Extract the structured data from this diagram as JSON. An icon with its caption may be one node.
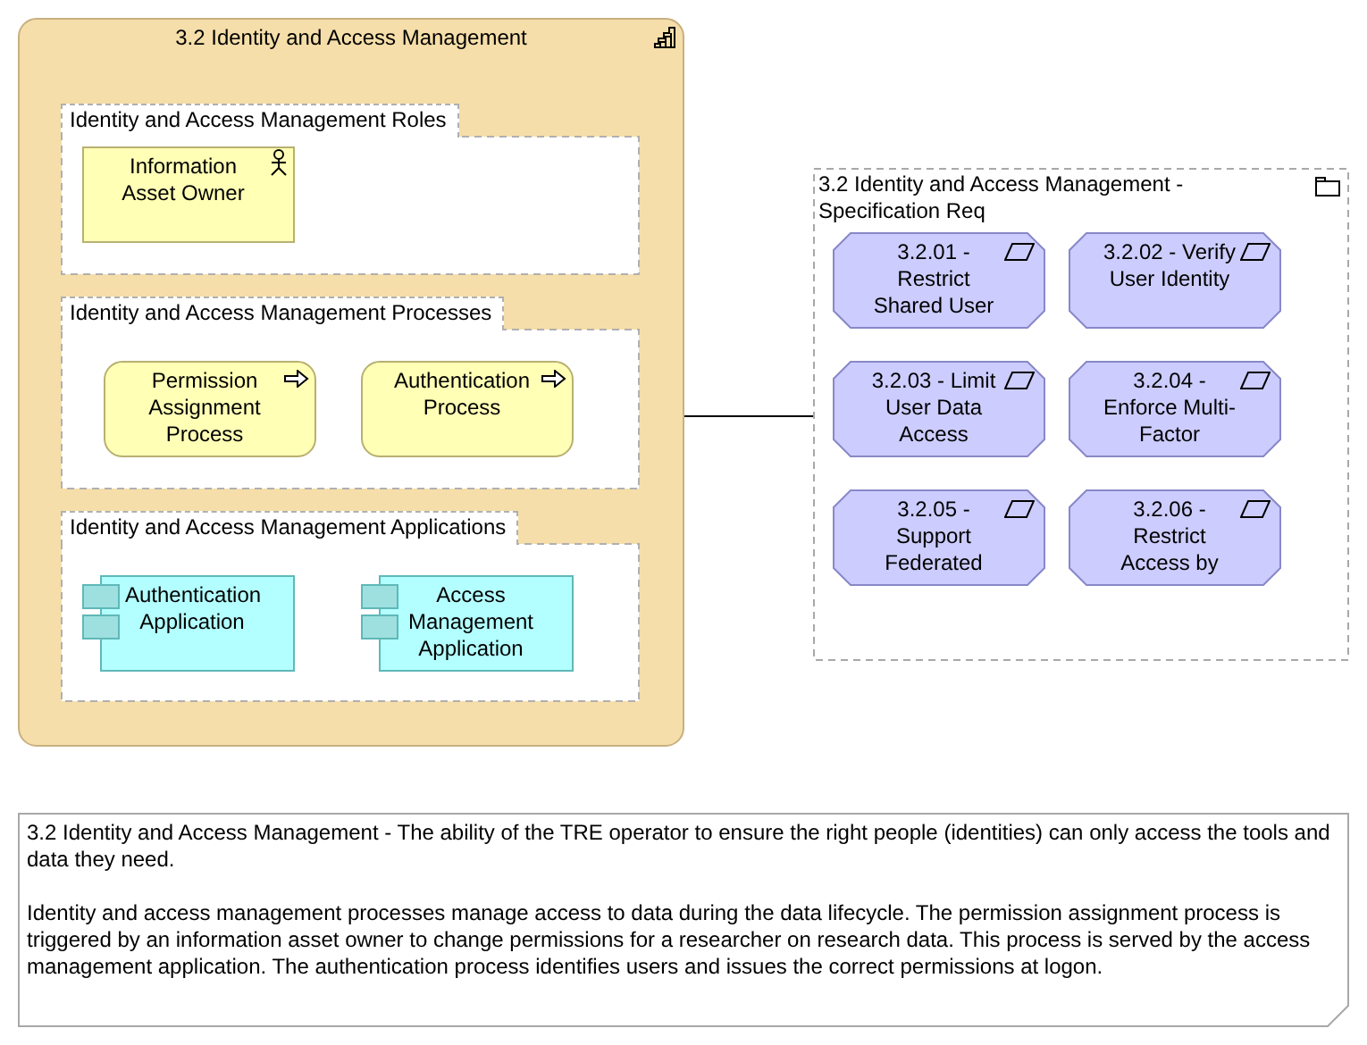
{
  "diagram": {
    "nodes": [
      {
        "text": [
          "3.2 Identity and Access Management"
        ]
      },
      {
        "text": [
          "Identity and Access Management Roles"
        ],
        "in": 0
      },
      {
        "text": [
          "Information Asset Owner"
        ],
        "in": 1
      },
      {
        "text": [
          "Identity and Access Management Processes"
        ],
        "in": 0
      },
      {
        "text": [
          "Permission Assignment Process"
        ],
        "in": 3
      },
      {
        "text": [
          "Authentication Process"
        ],
        "in": 3
      },
      {
        "text": [
          "Identity and Access Management Applications"
        ],
        "in": 0
      },
      {
        "text": [
          "Authentication Application"
        ],
        "in": 6
      },
      {
        "text": [
          "Access Management Application"
        ],
        "in": 6
      },
      {
        "text": [
          "3.2 Identity and Access Management - Specification Req"
        ]
      },
      {
        "text": [
          "3.2.01 - Restrict Shared User"
        ],
        "in": 9
      },
      {
        "text": [
          "3.2.02 - Verify User Identity"
        ],
        "in": 9
      },
      {
        "text": [
          "3.2.03 - Limit User Data Access"
        ],
        "in": 9
      },
      {
        "text": [
          "3.2.04 - Enforce Multi-Factor"
        ],
        "in": 9
      },
      {
        "text": [
          "3.2.05 - Support Federated"
        ],
        "in": 9
      },
      {
        "text": [
          "3.2.06 - Restrict Access by"
        ],
        "in": 9
      },
      {
        "text": [
          "3.2 Identity and Access Management - The ability of the TRE operator to ensure the right people (identities) can only access the tools and data they need.",
          "Identity and access management processes manage access to data during the data lifecycle. The permission assignment process is triggered by an information asset owner to change permissions for a researcher on research data. This process is served by the access management application. The authentication process identifies users and issues the correct permissions at logon."
        ]
      }
    ],
    "edges": [
      {
        "from": 0,
        "to": 9,
        "arrow": "none"
      }
    ]
  }
}
